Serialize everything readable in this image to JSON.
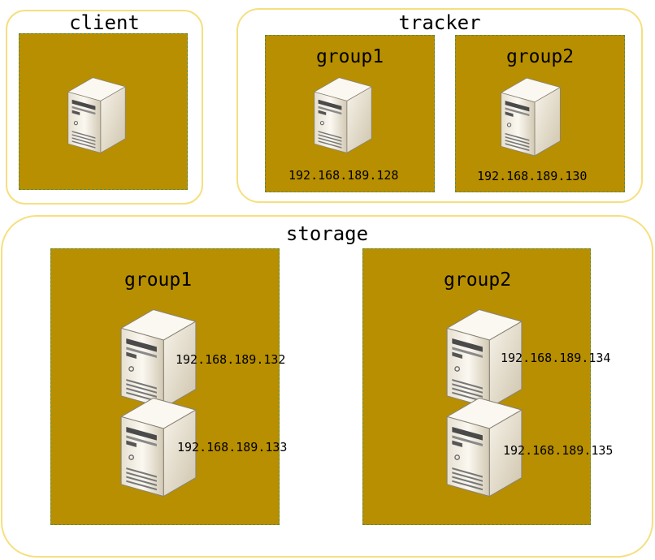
{
  "client": {
    "title": "client"
  },
  "tracker": {
    "title": "tracker",
    "groups": [
      {
        "name": "group1",
        "ip": "192.168.189.128"
      },
      {
        "name": "group2",
        "ip": "192.168.189.130"
      }
    ]
  },
  "storage": {
    "title": "storage",
    "groups": [
      {
        "name": "group1",
        "ips": [
          "192.168.189.132",
          "192.168.189.133"
        ]
      },
      {
        "name": "group2",
        "ips": [
          "192.168.189.134",
          "192.168.189.135"
        ]
      }
    ]
  },
  "colors": {
    "section_border": "#f6df7f",
    "group_fill": "#b88f00",
    "group_border": "#5e8a3a",
    "server_body": "#f3efe4"
  },
  "icons": {
    "server": "server-tower-icon"
  }
}
